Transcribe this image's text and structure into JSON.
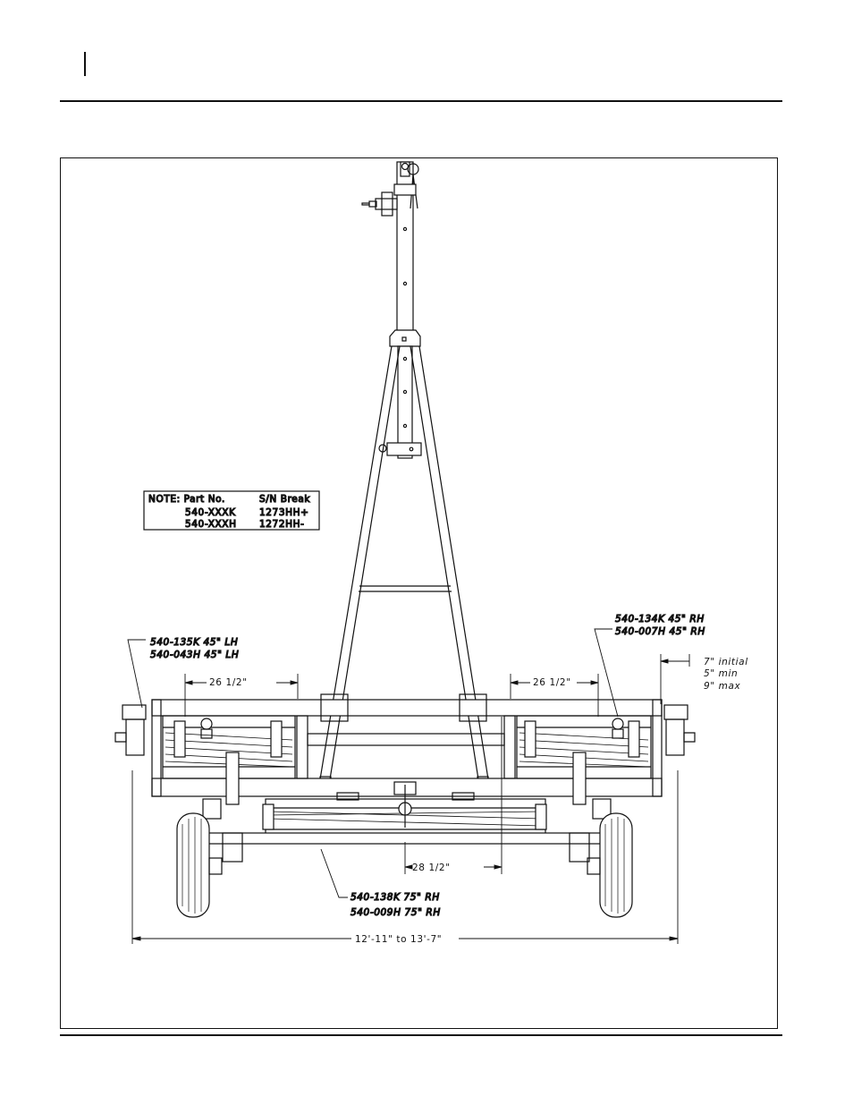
{
  "note_table": {
    "header_left": "NOTE: Part No.",
    "header_right": "S/N Break",
    "rows": [
      {
        "part": "540-XXXK",
        "break": "1273HH+"
      },
      {
        "part": "540-XXXH",
        "break": "1272HH-"
      }
    ]
  },
  "callouts": {
    "lh_45_k": "540-135K 45\" LH",
    "lh_45_h": "540-043H 45\" LH",
    "rh_45_k": "540-134K 45\" RH",
    "rh_45_h": "540-007H 45\" RH",
    "rh_75_k": "540-138K 75\" RH",
    "rh_75_h": "540-009H 75\" RH"
  },
  "dimensions": {
    "left_offset": "26 1/2\"",
    "right_offset": "26 1/2\"",
    "center_offset": "28 1/2\"",
    "overall_width": "12'-11\" to 13'-7\"",
    "overlap_initial": "7\" initial",
    "overlap_min": "5\" min",
    "overlap_max": "9\" max"
  }
}
